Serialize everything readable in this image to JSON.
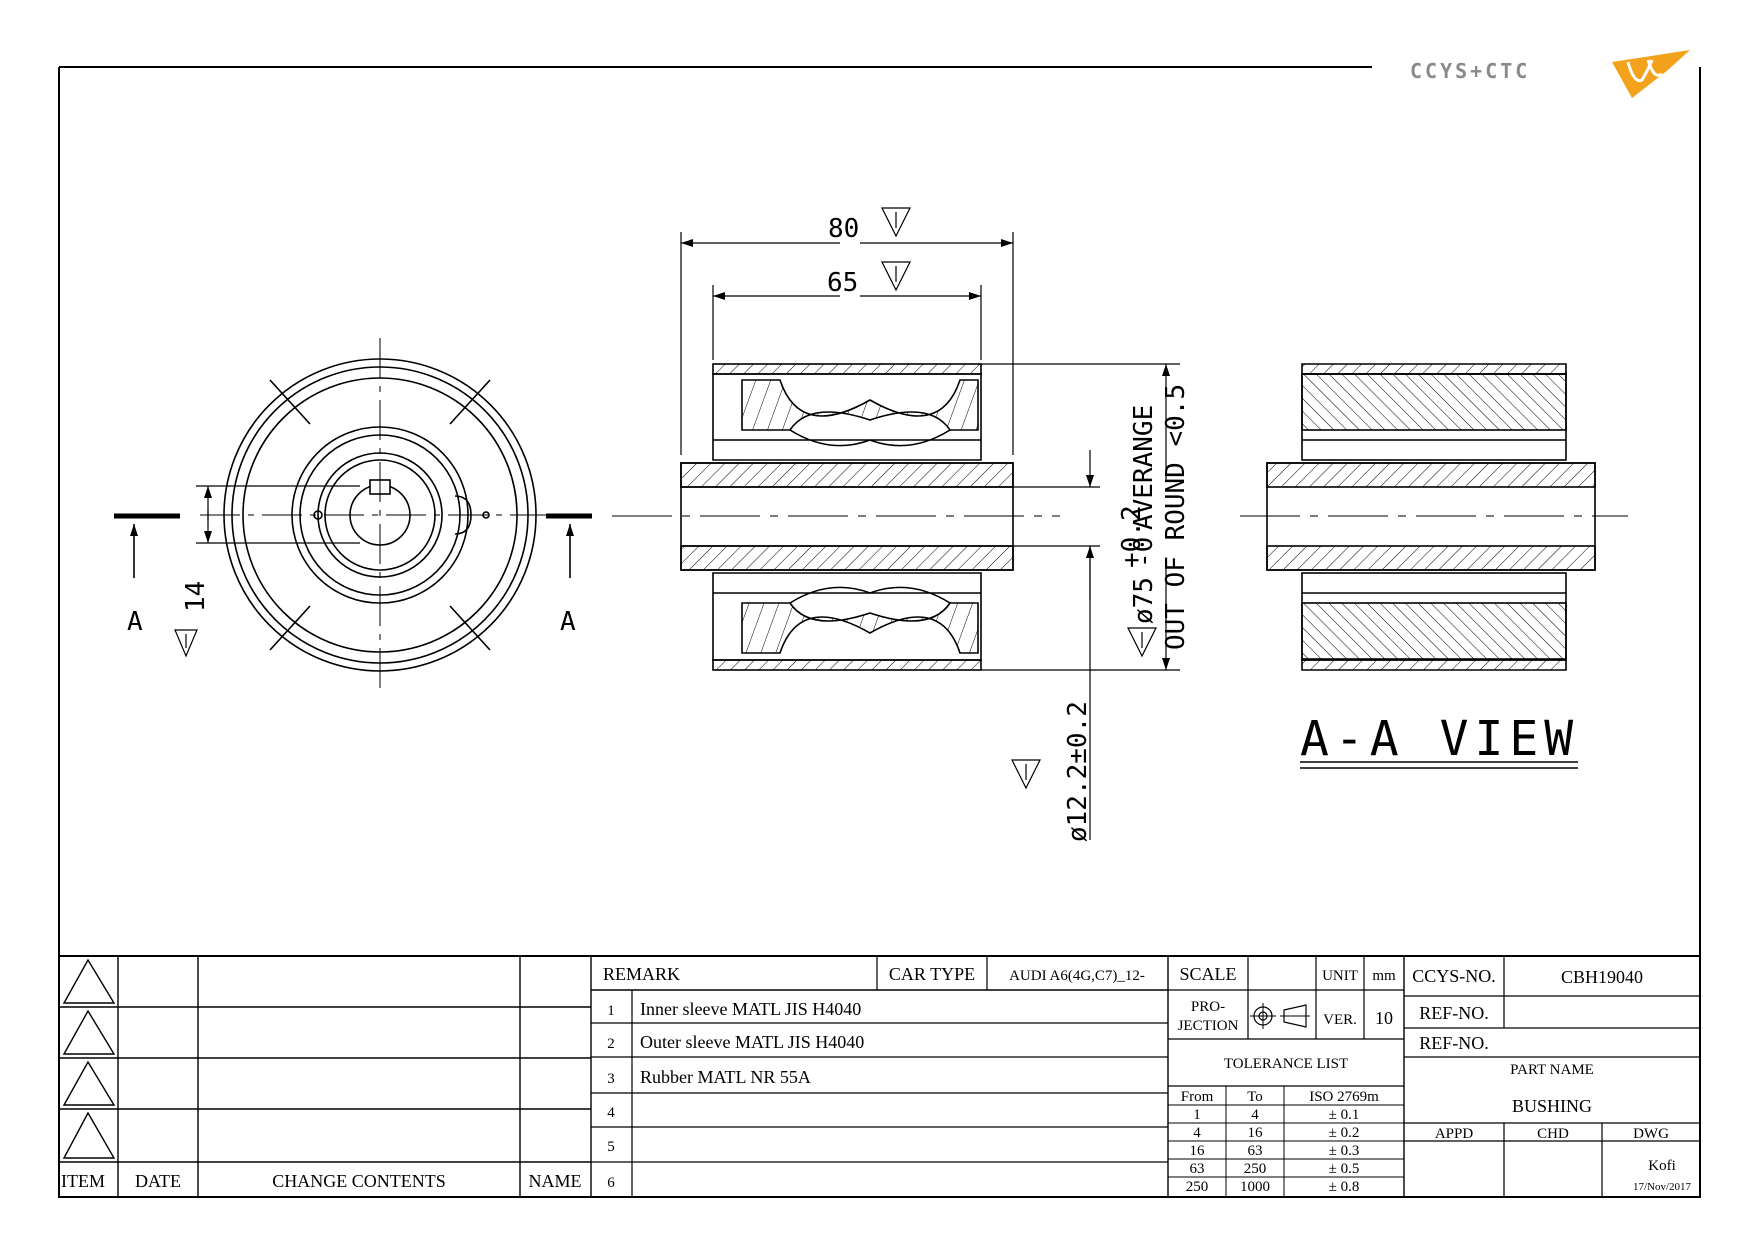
{
  "logo": {
    "text": "CCYS+CTC"
  },
  "dimensions": {
    "length_overall": "80",
    "length_outer": "65",
    "slot_width": "14",
    "outer_diameter": "ø75",
    "outer_tol_upper": "+0.2",
    "outer_tol_lower": "-0",
    "averange": "AVERANGE",
    "out_of_round": "OUT OF ROUND <0.5",
    "bore": "ø12.2±0.2"
  },
  "section_marks": {
    "left": "A",
    "right": "A"
  },
  "view_label": "A-A VIEW",
  "title_block": {
    "revisions": {
      "headers": {
        "item": "ITEM",
        "date": "DATE",
        "change": "CHANGE CONTENTS",
        "name": "NAME"
      },
      "rows": 4
    },
    "remark_label": "REMARK",
    "car_type_label": "CAR TYPE",
    "car_type_value": "AUDI A6(4G,C7)_12-",
    "items": [
      {
        "no": "1",
        "text": "Inner sleeve MATL JIS H4040"
      },
      {
        "no": "2",
        "text": "Outer sleeve MATL JIS H4040"
      },
      {
        "no": "3",
        "text": "Rubber MATL NR 55A"
      },
      {
        "no": "4",
        "text": ""
      },
      {
        "no": "5",
        "text": ""
      },
      {
        "no": "6",
        "text": ""
      }
    ],
    "scale_label": "SCALE",
    "scale_value": "",
    "unit_label": "UNIT",
    "unit_value": "mm",
    "projection_label_1": "PRO-",
    "projection_label_2": "JECTION",
    "ver_label": "VER.",
    "ver_value": "10",
    "tolerance": {
      "title": "TOLERANCE LIST",
      "headers": {
        "from": "From",
        "to": "To",
        "iso": "ISO 2769m"
      },
      "rows": [
        {
          "from": "1",
          "to": "4",
          "tol": "± 0.1"
        },
        {
          "from": "4",
          "to": "16",
          "tol": "± 0.2"
        },
        {
          "from": "16",
          "to": "63",
          "tol": "± 0.3"
        },
        {
          "from": "63",
          "to": "250",
          "tol": "± 0.5"
        },
        {
          "from": "250",
          "to": "1000",
          "tol": "± 0.8"
        }
      ]
    },
    "ccys_no_label": "CCYS-NO.",
    "ccys_no_value": "CBH19040",
    "ref_no_label": "REF-NO.",
    "ref_no_label_2": "REF-NO.",
    "part_name_label": "PART NAME",
    "part_name_value": "BUSHING",
    "appd_label": "APPD",
    "chd_label": "CHD",
    "dwg_label": "DWG",
    "dwg_name": "Kofi",
    "dwg_date": "17/Nov/2017"
  },
  "colors": {
    "ink": "#000000",
    "logo_gray": "#8a8a8a",
    "logo_orange": "#f2a31b"
  }
}
